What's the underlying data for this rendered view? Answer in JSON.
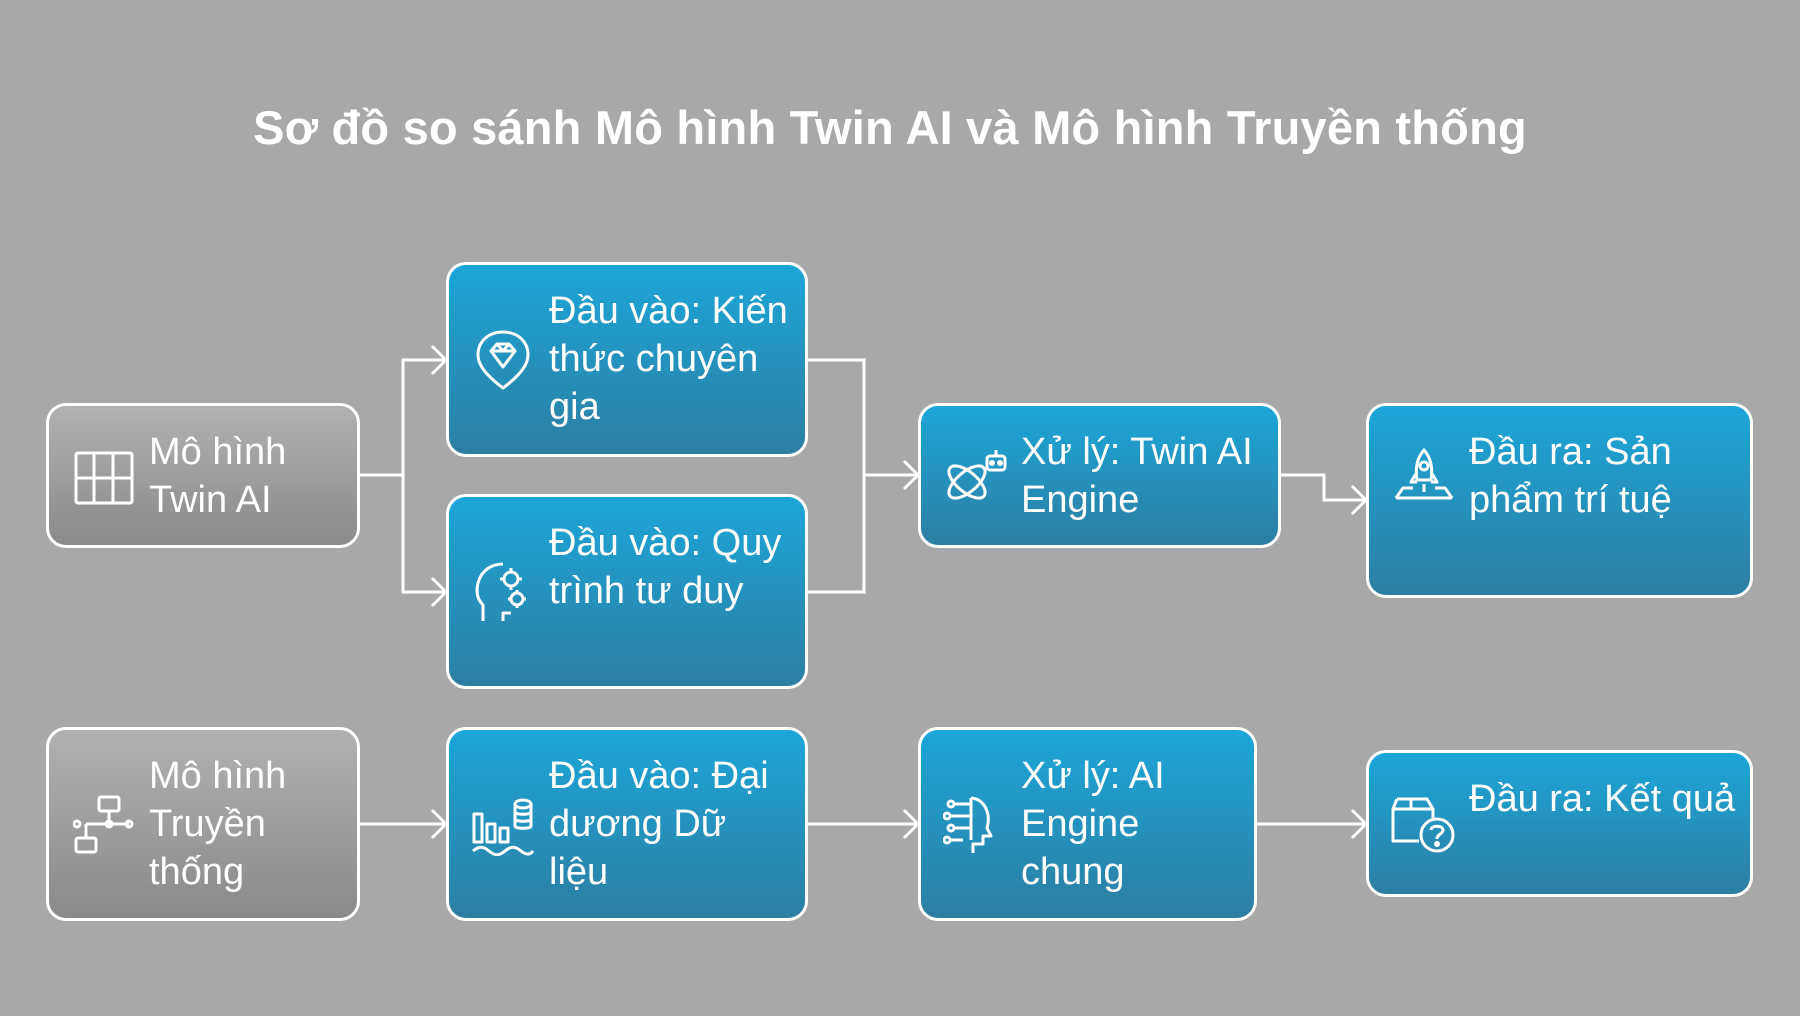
{
  "title": "Sơ đồ so sánh Mô hình Twin AI và Mô hình Truyền thống",
  "colors": {
    "background": "#a8a8a8",
    "box_blue_top": "#1ca6d8",
    "box_blue_bottom": "#2d7ea3",
    "box_gray_top": "#b1b1b1",
    "box_gray_bottom": "#8a8a8a",
    "stroke": "#ffffff"
  },
  "nodes": {
    "twin_model": {
      "label": "Mô hình Twin AI",
      "icon": "grid-icon"
    },
    "expert_knowledge": {
      "label": "Đầu vào: Kiến thức chuyên gia",
      "icon": "diamond-icon"
    },
    "thinking_process": {
      "label": "Đầu vào: Quy trình tư duy",
      "icon": "head-gears-icon"
    },
    "twin_engine": {
      "label": "Xử lý: Twin AI Engine",
      "icon": "robot-atom-icon"
    },
    "intellectual_product": {
      "label": "Đầu ra: Sản phẩm trí tuệ",
      "icon": "rocket-icon"
    },
    "traditional_model": {
      "label": "Mô hình Truyền thống",
      "icon": "flowchart-icon"
    },
    "data_ocean": {
      "label": "Đầu vào: Đại dương Dữ liệu",
      "icon": "data-chart-icon"
    },
    "generic_engine": {
      "label": "Xử lý: AI Engine chung",
      "icon": "ai-head-icon"
    },
    "result": {
      "label": "Đầu ra: Kết quả",
      "icon": "box-question-icon"
    }
  }
}
